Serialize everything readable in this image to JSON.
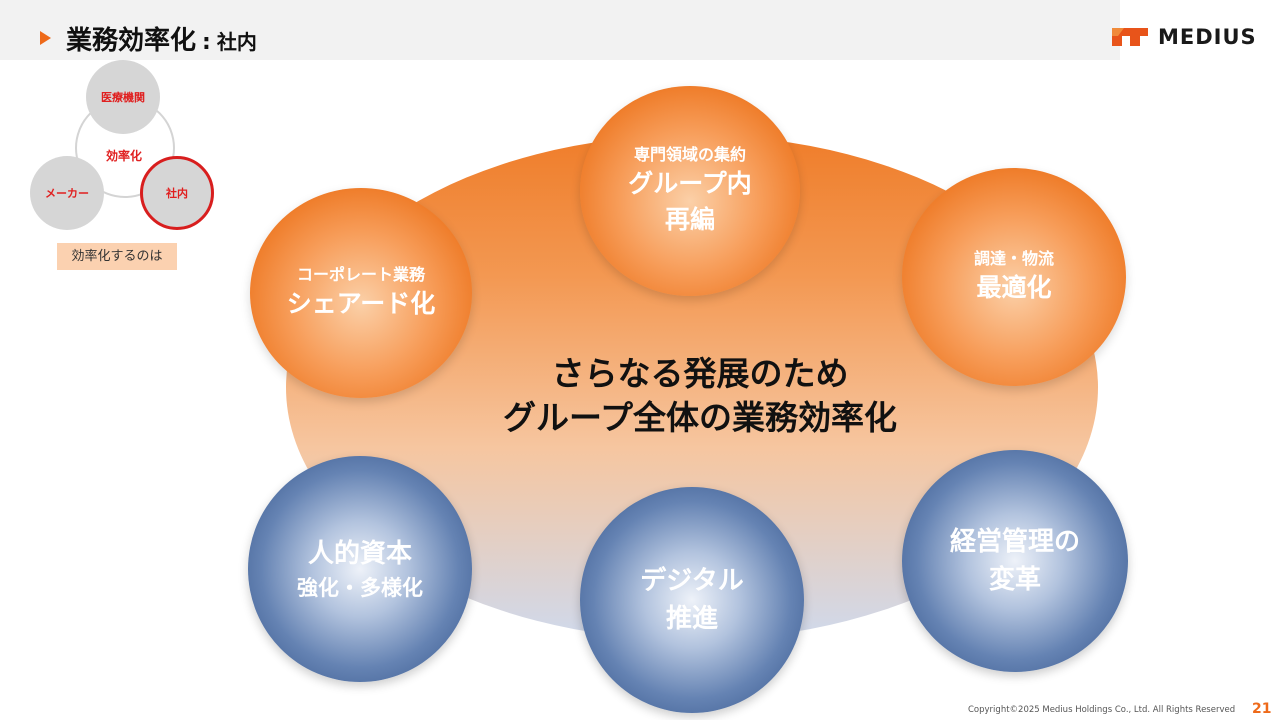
{
  "header": {
    "title": "業務効率化",
    "colon": ":",
    "subtitle": "社内",
    "logo_text": "MEDIUS",
    "accent": "#ee6a1a"
  },
  "mini_diagram": {
    "top": "医療機関",
    "left": "メーカー",
    "right": "社内",
    "center": "効率化",
    "caption": "効率化するのは"
  },
  "center": {
    "line1": "さらなる発展のため",
    "line2": "グループ全体の業務効率化"
  },
  "circles": {
    "top": {
      "small": "専門領域の集約",
      "large1": "グループ内",
      "large2": "再編"
    },
    "left": {
      "small": "コーポレート業務",
      "large": "シェアード化"
    },
    "right": {
      "small": "調達・物流",
      "large": "最適化"
    },
    "bottom_left": {
      "large": "人的資本",
      "mid": "強化・多様化"
    },
    "bottom_middle": {
      "large1": "デジタル",
      "large2": "推進"
    },
    "bottom_right": {
      "large1": "経営管理の",
      "large2": "変革"
    }
  },
  "footer": {
    "copyright": "Copyright©2025 Medius Holdings Co., Ltd. All Rights Reserved",
    "page": "21"
  },
  "colors": {
    "orange": "#ee7a26",
    "blue": "#2f4f85",
    "red": "#d81e1e"
  }
}
